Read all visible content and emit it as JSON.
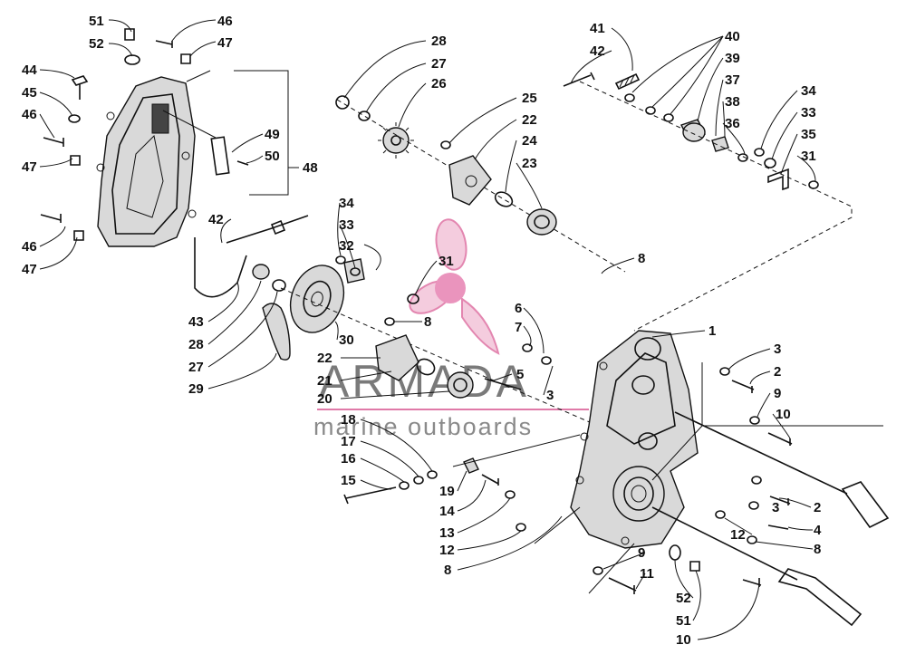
{
  "callouts": [
    {
      "text": "51"
    },
    {
      "text": "52"
    },
    {
      "text": "46"
    },
    {
      "text": "47"
    },
    {
      "text": "44"
    },
    {
      "text": "45"
    },
    {
      "text": "46"
    },
    {
      "text": "47"
    },
    {
      "text": "46"
    },
    {
      "text": "47"
    },
    {
      "text": "49"
    },
    {
      "text": "50"
    },
    {
      "text": "48"
    },
    {
      "text": "28"
    },
    {
      "text": "27"
    },
    {
      "text": "26"
    },
    {
      "text": "25"
    },
    {
      "text": "22"
    },
    {
      "text": "24"
    },
    {
      "text": "23"
    },
    {
      "text": "41"
    },
    {
      "text": "42"
    },
    {
      "text": "40"
    },
    {
      "text": "39"
    },
    {
      "text": "37"
    },
    {
      "text": "38"
    },
    {
      "text": "36"
    },
    {
      "text": "34"
    },
    {
      "text": "33"
    },
    {
      "text": "35"
    },
    {
      "text": "31"
    },
    {
      "text": "42"
    },
    {
      "text": "34"
    },
    {
      "text": "33"
    },
    {
      "text": "32"
    },
    {
      "text": "31"
    },
    {
      "text": "8"
    },
    {
      "text": "43"
    },
    {
      "text": "28"
    },
    {
      "text": "27"
    },
    {
      "text": "29"
    },
    {
      "text": "30"
    },
    {
      "text": "8"
    },
    {
      "text": "6"
    },
    {
      "text": "7"
    },
    {
      "text": "1"
    },
    {
      "text": "22"
    },
    {
      "text": "21"
    },
    {
      "text": "20"
    },
    {
      "text": "5"
    },
    {
      "text": "3"
    },
    {
      "text": "3"
    },
    {
      "text": "2"
    },
    {
      "text": "9"
    },
    {
      "text": "10"
    },
    {
      "text": "18"
    },
    {
      "text": "17"
    },
    {
      "text": "16"
    },
    {
      "text": "15"
    },
    {
      "text": "19"
    },
    {
      "text": "14"
    },
    {
      "text": "13"
    },
    {
      "text": "12"
    },
    {
      "text": "8"
    },
    {
      "text": "3"
    },
    {
      "text": "2"
    },
    {
      "text": "4"
    },
    {
      "text": "12"
    },
    {
      "text": "8"
    },
    {
      "text": "9"
    },
    {
      "text": "11"
    },
    {
      "text": "52"
    },
    {
      "text": "51"
    },
    {
      "text": "10"
    }
  ],
  "watermark": {
    "title": "ARMADA",
    "subtitle": "marine outboards",
    "colors": {
      "logo": "#e07aa8",
      "text": "#7a7a7a"
    }
  }
}
